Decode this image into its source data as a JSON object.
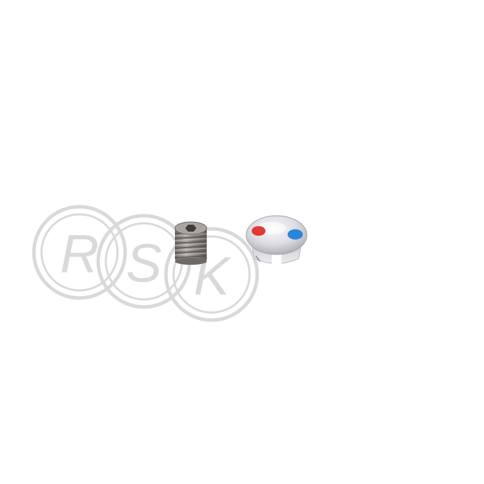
{
  "image": {
    "subject": "product-photo",
    "background_color": "#ffffff"
  },
  "watermark": {
    "letters": [
      "R",
      "S",
      "K"
    ],
    "color": "#d9d9d9"
  },
  "grub_screw": {
    "icon": "grub-screw-icon",
    "color": "#8c8884"
  },
  "cap": {
    "icon": "indicator-cap-icon",
    "body_color": "#e6e6ea",
    "hot_dot_color": "#e03a36",
    "cold_dot_color": "#2a86d8"
  }
}
